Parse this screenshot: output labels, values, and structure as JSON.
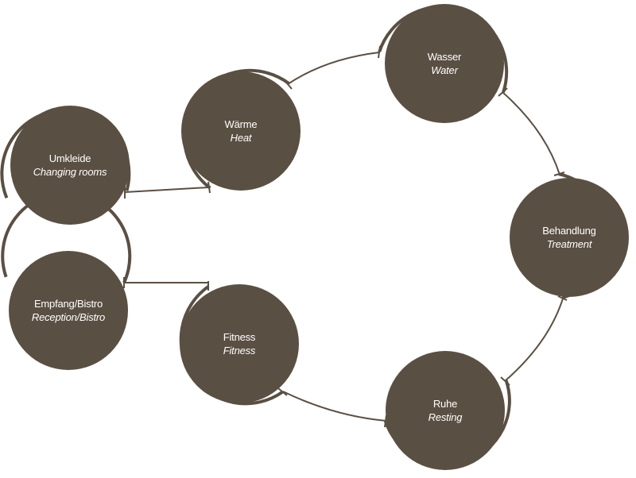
{
  "colors": {
    "node_fill": "#5a4f43",
    "line": "#5a4f43",
    "background": "#ffffff",
    "text": "#ffffff"
  },
  "nodes": [
    {
      "id": "umkleide",
      "label_de": "Umkleide",
      "label_en": "Changing rooms"
    },
    {
      "id": "waerme",
      "label_de": "Wärme",
      "label_en": "Heat"
    },
    {
      "id": "wasser",
      "label_de": "Wasser",
      "label_en": "Water"
    },
    {
      "id": "behandlung",
      "label_de": "Behandlung",
      "label_en": "Treatment"
    },
    {
      "id": "ruhe",
      "label_de": "Ruhe",
      "label_en": "Resting"
    },
    {
      "id": "fitness",
      "label_de": "Fitness",
      "label_en": "Fitness"
    },
    {
      "id": "empfang",
      "label_de": "Empfang/Bistro",
      "label_en": "Reception/Bistro"
    }
  ]
}
